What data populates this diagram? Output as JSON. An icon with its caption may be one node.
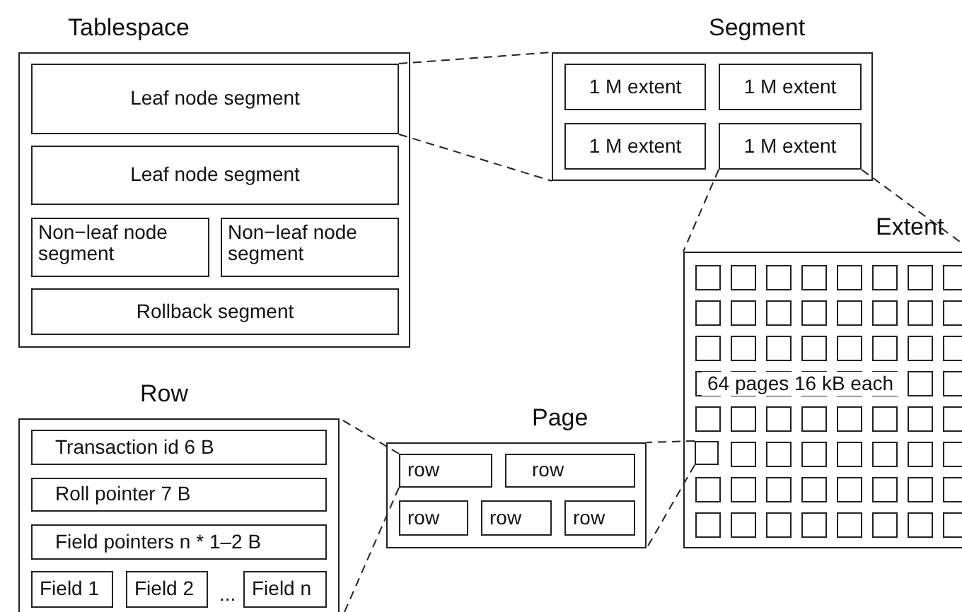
{
  "diagram": {
    "nodes": [
      {
        "text": [
          "Tablespace"
        ]
      },
      {
        "text": [
          "Leaf node segment"
        ],
        "in": 0
      },
      {
        "text": [
          "Leaf node segment"
        ],
        "in": 0
      },
      {
        "text": [
          "Non−leaf node segment"
        ],
        "in": 0
      },
      {
        "text": [
          "Non−leaf node segment"
        ],
        "in": 0
      },
      {
        "text": [
          "Rollback segment"
        ],
        "in": 0
      },
      {
        "text": [
          "Segment"
        ]
      },
      {
        "text": [
          "1 M extent"
        ],
        "in": 6
      },
      {
        "text": [
          "1 M extent"
        ],
        "in": 6
      },
      {
        "text": [
          "1 M extent"
        ],
        "in": 6
      },
      {
        "text": [
          "1 M extent"
        ],
        "in": 6
      },
      {
        "text": [
          "Extent",
          "64 pages 16 kB each"
        ]
      },
      {
        "text": [],
        "shape": "box",
        "in": 11
      },
      {
        "text": [
          "Page"
        ]
      },
      {
        "text": [
          "row"
        ],
        "in": 13
      },
      {
        "text": [
          "row"
        ],
        "in": 13
      },
      {
        "text": [
          "row"
        ],
        "in": 13
      },
      {
        "text": [
          "row"
        ],
        "in": 13
      },
      {
        "text": [
          "row"
        ],
        "in": 13
      },
      {
        "text": [
          "Row"
        ]
      },
      {
        "text": [
          "Transaction id 6 B"
        ],
        "in": 19
      },
      {
        "text": [
          "Roll pointer 7 B"
        ],
        "in": 19
      },
      {
        "text": [
          "Field pointers n * 1–2 B"
        ],
        "in": 19
      },
      {
        "text": [
          "Field 1"
        ],
        "in": 19
      },
      {
        "text": [
          "Field 2"
        ],
        "in": 19
      },
      {
        "text": [
          "Field n"
        ],
        "in": 19
      }
    ],
    "edges": [
      {
        "from": 1,
        "to": 6,
        "arrow": "none",
        "style": "dashed"
      },
      {
        "from": 1,
        "to": 6,
        "arrow": "none",
        "style": "dashed"
      },
      {
        "from": 10,
        "to": 11,
        "arrow": "none",
        "style": "dashed"
      },
      {
        "from": 10,
        "to": 11,
        "arrow": "none",
        "style": "dashed"
      },
      {
        "from": 12,
        "to": 13,
        "arrow": "none",
        "style": "dashed"
      },
      {
        "from": 12,
        "to": 13,
        "arrow": "none",
        "style": "dashed"
      },
      {
        "from": 14,
        "to": 19,
        "arrow": "none",
        "style": "dashed"
      },
      {
        "from": 14,
        "to": 19,
        "arrow": "none",
        "style": "dashed"
      }
    ],
    "labels": [
      "..."
    ]
  }
}
